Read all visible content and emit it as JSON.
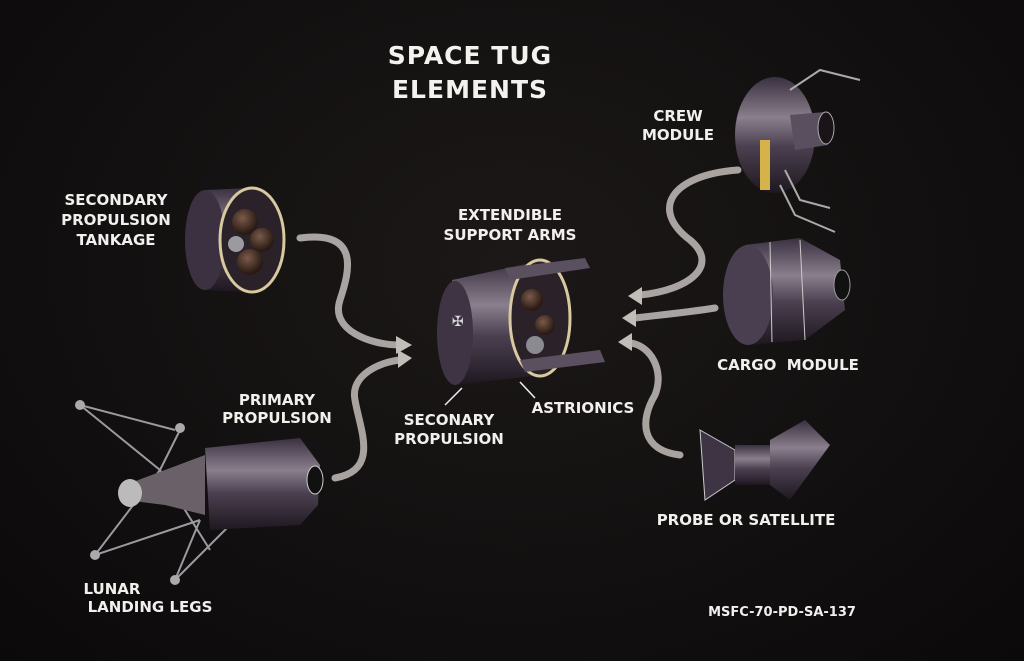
{
  "title": {
    "line1": "SPACE TUG",
    "line2": "ELEMENTS"
  },
  "labels": {
    "secondary_tankage": [
      "SECONDARY",
      "PROPULSION",
      "TANKAGE"
    ],
    "extendible_arms": [
      "EXTENDIBLE",
      "SUPPORT ARMS"
    ],
    "crew_module": [
      "CREW",
      "MODULE"
    ],
    "cargo_module": "CARGO  MODULE",
    "probe": "PROBE OR SATELLITE",
    "primary_propulsion": [
      "PRIMARY",
      "PROPULSION"
    ],
    "secondary_propulsion": [
      "SECONARY",
      "PROPULSION"
    ],
    "astrionics": "ASTRIONICS",
    "landing_legs": [
      "LUNAR",
      "LANDING LEGS"
    ]
  },
  "figure_id": "MSFC-70-PD-SA-137",
  "colors": {
    "background": "#121010",
    "hull": "#4a3f4a",
    "text": "#f2f0ec",
    "arrow": "#b9b4b0"
  }
}
